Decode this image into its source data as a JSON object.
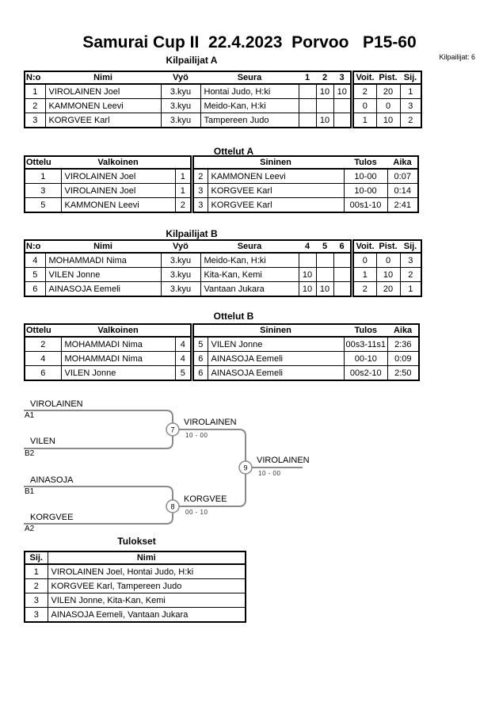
{
  "header": {
    "title": "Samurai Cup II  22.4.2023  Porvoo   P15-60",
    "competitors_total": "Kilpailijat: 6"
  },
  "pool_a": {
    "title": "Kilpailijat A",
    "col_headers": {
      "no": "N:o",
      "name": "Nimi",
      "belt": "Vyö",
      "club": "Seura",
      "m1": "1",
      "m2": "2",
      "m3": "3",
      "wins": "Voit.",
      "points": "Pist.",
      "place": "Sij."
    },
    "rows": [
      {
        "no": "1",
        "name": "VIROLAINEN Joel",
        "belt": "3.kyu",
        "club": "Hontai Judo, H:ki",
        "m1": "",
        "m2": "10",
        "m3": "10",
        "wins": "2",
        "points": "20",
        "place": "1"
      },
      {
        "no": "2",
        "name": "KAMMONEN Leevi",
        "belt": "3.kyu",
        "club": "Meido-Kan, H:ki",
        "m1": "",
        "m2": "",
        "m3": "",
        "wins": "0",
        "points": "0",
        "place": "3"
      },
      {
        "no": "3",
        "name": "KORGVEE Karl",
        "belt": "3.kyu",
        "club": "Tampereen Judo",
        "m1": "",
        "m2": "10",
        "m3": "",
        "wins": "1",
        "points": "10",
        "place": "2"
      }
    ]
  },
  "matches_a": {
    "title": "Ottelut A",
    "col_headers": {
      "match": "Ottelu",
      "white": "Valkoinen",
      "blue": "Sininen",
      "result": "Tulos",
      "time": "Aika"
    },
    "rows": [
      {
        "no": "1",
        "white": "VIROLAINEN Joel",
        "white_no": "1",
        "blue_no": "2",
        "blue": "KAMMONEN Leevi",
        "result": "10-00",
        "time": "0:07"
      },
      {
        "no": "3",
        "white": "VIROLAINEN Joel",
        "white_no": "1",
        "blue_no": "3",
        "blue": "KORGVEE Karl",
        "result": "10-00",
        "time": "0:14"
      },
      {
        "no": "5",
        "white": "KAMMONEN Leevi",
        "white_no": "2",
        "blue_no": "3",
        "blue": "KORGVEE Karl",
        "result": "00s1-10",
        "time": "2:41"
      }
    ]
  },
  "pool_b": {
    "title": "Kilpailijat B",
    "col_headers": {
      "no": "N:o",
      "name": "Nimi",
      "belt": "Vyö",
      "club": "Seura",
      "m1": "4",
      "m2": "5",
      "m3": "6",
      "wins": "Voit.",
      "points": "Pist.",
      "place": "Sij."
    },
    "rows": [
      {
        "no": "4",
        "name": "MOHAMMADI Nima",
        "belt": "3.kyu",
        "club": "Meido-Kan, H:ki",
        "m1": "",
        "m2": "",
        "m3": "",
        "wins": "0",
        "points": "0",
        "place": "3"
      },
      {
        "no": "5",
        "name": "VILEN Jonne",
        "belt": "3.kyu",
        "club": "Kita-Kan, Kemi",
        "m1": "10",
        "m2": "",
        "m3": "",
        "wins": "1",
        "points": "10",
        "place": "2"
      },
      {
        "no": "6",
        "name": "AINASOJA Eemeli",
        "belt": "3.kyu",
        "club": "Vantaan Jukara",
        "m1": "10",
        "m2": "10",
        "m3": "",
        "wins": "2",
        "points": "20",
        "place": "1"
      }
    ]
  },
  "matches_b": {
    "title": "Ottelut B",
    "col_headers": {
      "match": "Ottelu",
      "white": "Valkoinen",
      "blue": "Sininen",
      "result": "Tulos",
      "time": "Aika"
    },
    "rows": [
      {
        "no": "2",
        "white": "MOHAMMADI Nima",
        "white_no": "4",
        "blue_no": "5",
        "blue": "VILEN Jonne",
        "result": "00s3-11s1",
        "time": "2:36"
      },
      {
        "no": "4",
        "white": "MOHAMMADI Nima",
        "white_no": "4",
        "blue_no": "6",
        "blue": "AINASOJA Eemeli",
        "result": "00-10",
        "time": "0:09"
      },
      {
        "no": "6",
        "white": "VILEN Jonne",
        "white_no": "5",
        "blue_no": "6",
        "blue": "AINASOJA Eemeli",
        "result": "00s2-10",
        "time": "2:50"
      }
    ]
  },
  "bracket": {
    "semi1": {
      "top_name": "VIROLAINEN",
      "top_seed": "A1",
      "bottom_name": "VILEN",
      "bottom_seed": "B2",
      "match_no": "7",
      "winner": "VIROLAINEN",
      "score": "10 - 00"
    },
    "semi2": {
      "top_name": "AINASOJA",
      "top_seed": "B1",
      "bottom_name": "KORGVEE",
      "bottom_seed": "A2",
      "match_no": "8",
      "winner": "KORGVEE",
      "score": "00 - 10"
    },
    "final": {
      "match_no": "9",
      "winner": "VIROLAINEN",
      "score": "10 - 00"
    }
  },
  "results": {
    "title": "Tulokset",
    "col_headers": {
      "place": "Sij.",
      "name": "Nimi"
    },
    "rows": [
      {
        "place": "1",
        "name": "VIROLAINEN Joel, Hontai Judo, H:ki"
      },
      {
        "place": "2",
        "name": "KORGVEE Karl, Tampereen Judo"
      },
      {
        "place": "3",
        "name": "VILEN Jonne, Kita-Kan, Kemi"
      },
      {
        "place": "3",
        "name": "AINASOJA Eemeli, Vantaan Jukara"
      }
    ]
  },
  "colors": {
    "bracket_line": "#8a8a8a",
    "table_border": "#000000",
    "background": "#ffffff"
  }
}
